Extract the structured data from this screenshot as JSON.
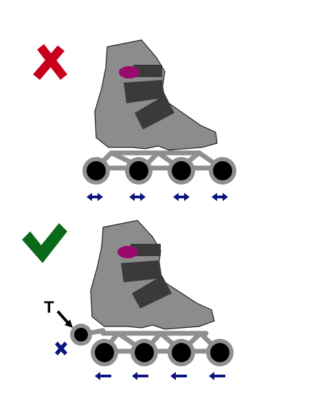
{
  "panels": [
    {
      "id": "incorrect",
      "marker": "cross",
      "wheels": 4,
      "wheel_motion": "both-directions",
      "has_tail_wheel": false
    },
    {
      "id": "correct",
      "marker": "check",
      "wheels": 4,
      "wheel_motion": "backward",
      "has_tail_wheel": true,
      "tail_wheel": {
        "label": "T",
        "motion": "blocked"
      }
    }
  ],
  "colors": {
    "cross": "#c8001e",
    "check": "#0a6a1a",
    "boot": "#8c8c8c",
    "boot_outline": "#1e1e1e",
    "strap": "#3a3a3a",
    "buckle": "#9a0a6a",
    "frame": "#8f8f8f",
    "wheel_tire": "#8f8f8f",
    "wheel_hub": "#000000",
    "arrow": "#0a1580",
    "label": "#000000"
  }
}
